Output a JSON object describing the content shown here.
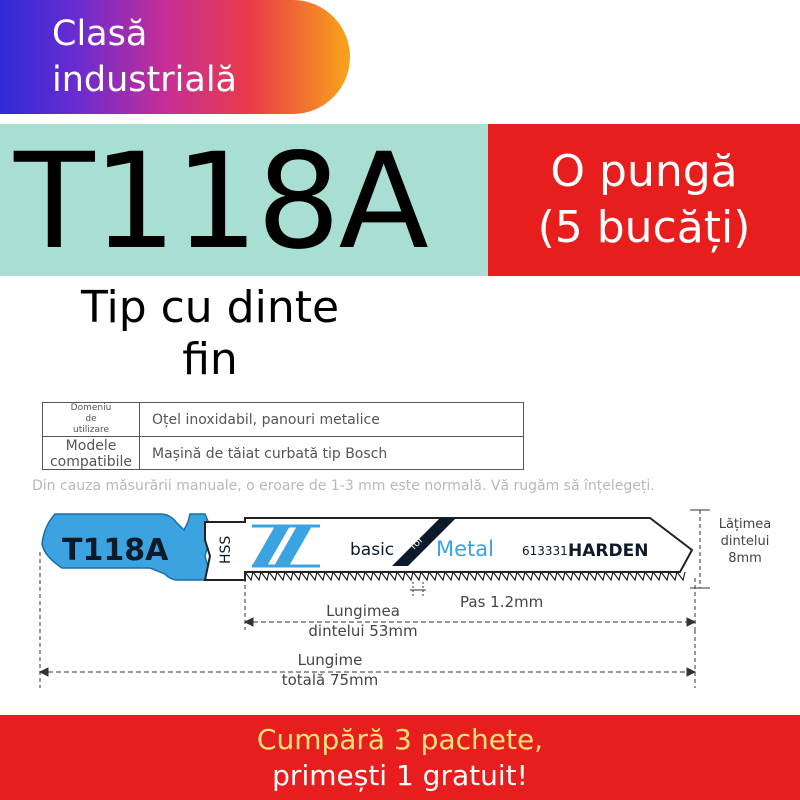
{
  "badge": {
    "line1": "Clasă",
    "line2": "industrială"
  },
  "model": "T118A",
  "pack": {
    "line1": "O pungă",
    "line2": "(5 bucăți)"
  },
  "tooth_type": {
    "line1": "Tip cu dinte",
    "line2": "fin"
  },
  "spec_table": {
    "rows": [
      {
        "label_lines": [
          "Domeniu",
          "de",
          "utilizare"
        ],
        "value": "Oțel inoxidabil, panouri metalice"
      },
      {
        "label_lines": [
          "Modele",
          "compatibile"
        ],
        "value": "Mașină de tăiat curbată tip Bosch"
      }
    ]
  },
  "note": "Din cauza măsurării manuale, o eroare de 1-3 mm este normală. Vă rugăm să înțelegeți.",
  "blade": {
    "model": "T118A",
    "material": "HSS",
    "print_basic": "basic",
    "print_for": "for",
    "print_metal": "Metal",
    "code": "613331",
    "brand": "HARDEN",
    "colors": {
      "blue": "#3aa3e0",
      "dark": "#0d1a2a"
    }
  },
  "dimensions": {
    "tooth_width": {
      "line1": "Lățimea",
      "line2": "dintelui",
      "line3": "8mm"
    },
    "pitch": "Pas 1.2mm",
    "tooth_length": {
      "line1": "Lungimea",
      "line2": "dintelui 53mm"
    },
    "total_length": {
      "line1": "Lungime",
      "line2": "totală 75mm"
    }
  },
  "promo": {
    "line1": "Cumpără 3 pachete,",
    "line2": "primești 1 gratuit!"
  }
}
